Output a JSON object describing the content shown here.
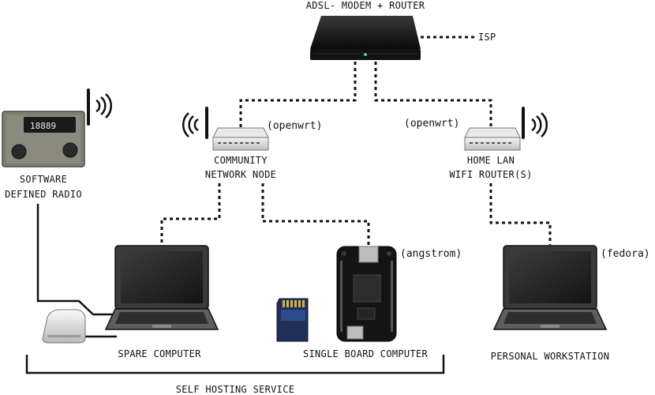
{
  "modem": {
    "label": "ADSL- MODEM + ROUTER",
    "uplink": "ISP"
  },
  "community_node": {
    "os": "(openwrt)",
    "line1": "COMMUNITY",
    "line2": "NETWORK NODE"
  },
  "home_router": {
    "os": "(openwrt)",
    "line1": "HOME LAN",
    "line2": "WIFI ROUTER(S)"
  },
  "sdr": {
    "line1": "SOFTWARE",
    "line2": "DEFINED RADIO",
    "display": "18889"
  },
  "spare_computer": {
    "label": "SPARE COMPUTER"
  },
  "sbc": {
    "label": "SINGLE BOARD COMPUTER",
    "os": "(angstrom)"
  },
  "workstation": {
    "label": "PERSONAL WORKSTATION",
    "os": "(fedora)"
  },
  "group": {
    "label": "SELF HOSTING SERVICE"
  }
}
